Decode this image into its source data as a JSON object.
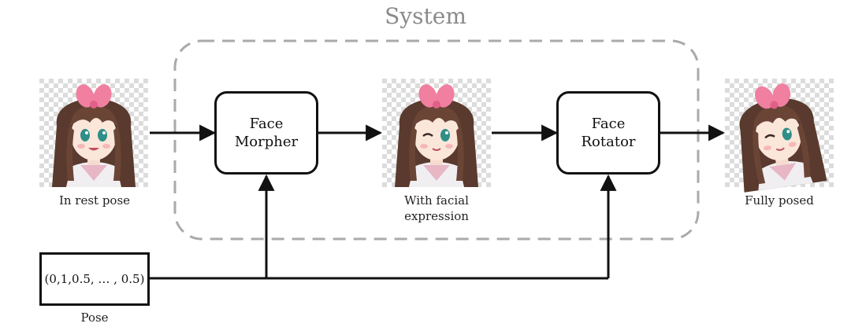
{
  "system": {
    "title": "System"
  },
  "nodes": {
    "face_morpher": {
      "line1": "Face",
      "line2": "Morpher"
    },
    "face_rotator": {
      "line1": "Face",
      "line2": "Rotator"
    }
  },
  "images": {
    "rest": {
      "caption": "In rest pose"
    },
    "expression": {
      "caption_line1": "With facial",
      "caption_line2": "expression"
    },
    "posed": {
      "caption": "Fully posed"
    }
  },
  "pose": {
    "value": "(0,1,0.5, … , 0.5)",
    "caption": "Pose"
  },
  "colors": {
    "border": "#111111",
    "system_dash": "#aaaaaa",
    "hair": "#5a3a2e",
    "ribbon": "#f07fa0",
    "eye": "#2f8f88"
  }
}
